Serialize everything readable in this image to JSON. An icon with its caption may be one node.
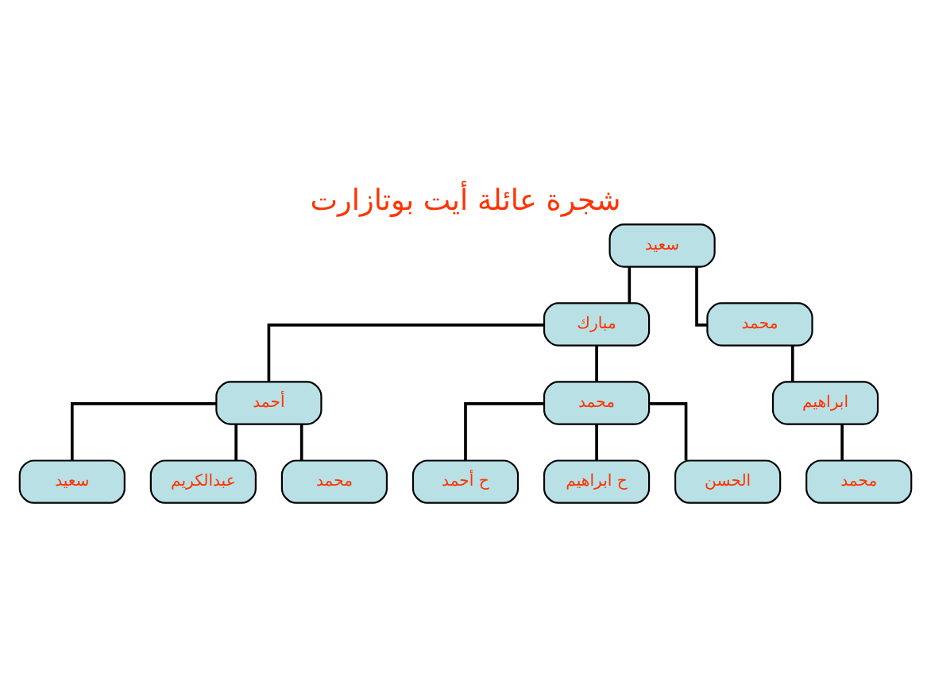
{
  "diagram": {
    "title": "شجرة عائلة أيت بوتازارت",
    "nodes": [
      {
        "text": [
          "سعيد"
        ]
      },
      {
        "text": [
          "مبارك"
        ]
      },
      {
        "text": [
          "محمد"
        ]
      },
      {
        "text": [
          "أحمد"
        ]
      },
      {
        "text": [
          "محمد"
        ]
      },
      {
        "text": [
          "ابراهيم"
        ]
      },
      {
        "text": [
          "سعيد"
        ]
      },
      {
        "text": [
          "عبدالكريم"
        ]
      },
      {
        "text": [
          "محمد"
        ]
      },
      {
        "text": [
          "ح أحمد"
        ]
      },
      {
        "text": [
          "ح ابراهيم"
        ]
      },
      {
        "text": [
          "الحسن"
        ]
      },
      {
        "text": [
          "محمد"
        ]
      }
    ],
    "edges": [
      {
        "from": 0,
        "to": 1,
        "arrow": "none"
      },
      {
        "from": 0,
        "to": 2,
        "arrow": "none"
      },
      {
        "from": 1,
        "to": 3,
        "arrow": "none"
      },
      {
        "from": 1,
        "to": 4,
        "arrow": "none"
      },
      {
        "from": 2,
        "to": 5,
        "arrow": "none"
      },
      {
        "from": 3,
        "to": 6,
        "arrow": "none"
      },
      {
        "from": 3,
        "to": 7,
        "arrow": "none"
      },
      {
        "from": 3,
        "to": 8,
        "arrow": "none"
      },
      {
        "from": 4,
        "to": 9,
        "arrow": "none"
      },
      {
        "from": 4,
        "to": 10,
        "arrow": "none"
      },
      {
        "from": 4,
        "to": 11,
        "arrow": "none"
      },
      {
        "from": 5,
        "to": 12,
        "arrow": "none"
      }
    ]
  }
}
